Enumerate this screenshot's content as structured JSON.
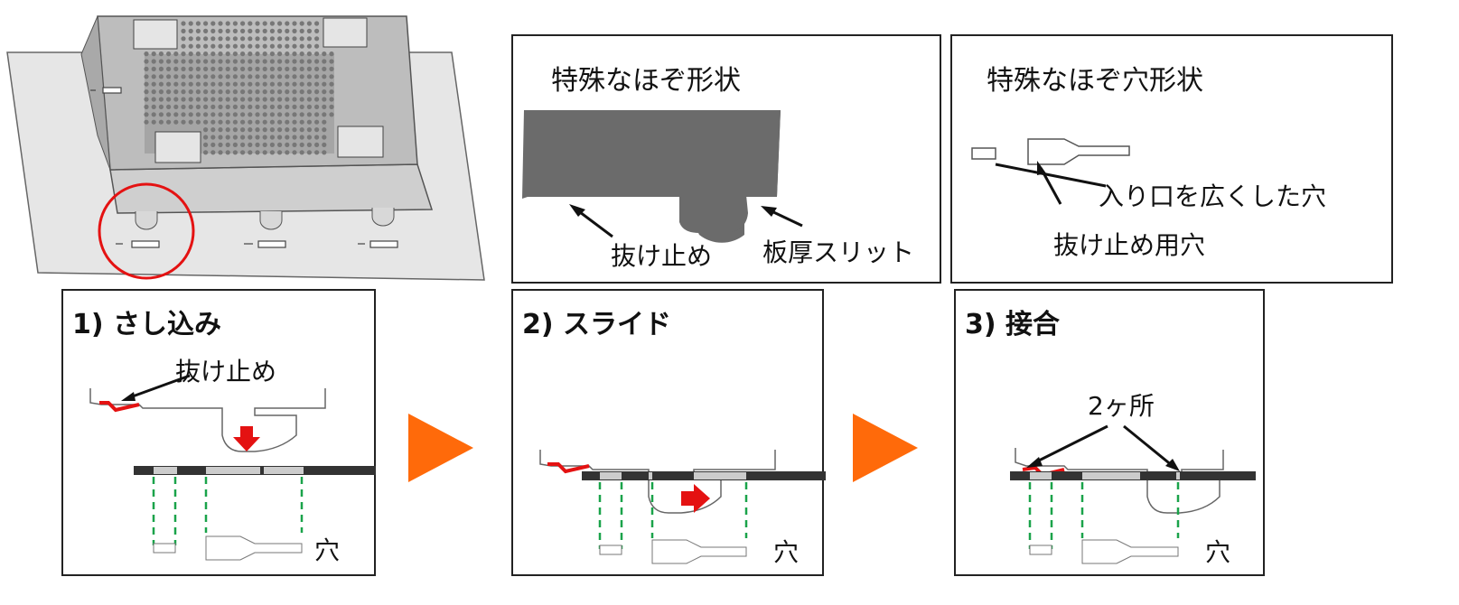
{
  "panels": {
    "tenon_shape": {
      "title": "特殊なほぞ形状",
      "label_stopper": "抜け止め",
      "label_slit": "板厚スリット"
    },
    "hole_shape": {
      "title": "特殊なほぞ穴形状",
      "label_wide_entry": "入り口を広くした穴",
      "label_stopper_hole": "抜け止め用穴"
    }
  },
  "steps": [
    {
      "title": "1) さし込み",
      "label_stopper": "抜け止め",
      "label_hole": "穴"
    },
    {
      "title": "2) スライド",
      "label_hole": "穴"
    },
    {
      "title": "3) 接合",
      "label_points": "2ヶ所",
      "label_hole": "穴"
    }
  ],
  "colors": {
    "accent_arrow": "#ff6a0a",
    "highlight_red": "#e41212",
    "circle_red": "#e41212",
    "guide_green": "#1aa34a"
  }
}
